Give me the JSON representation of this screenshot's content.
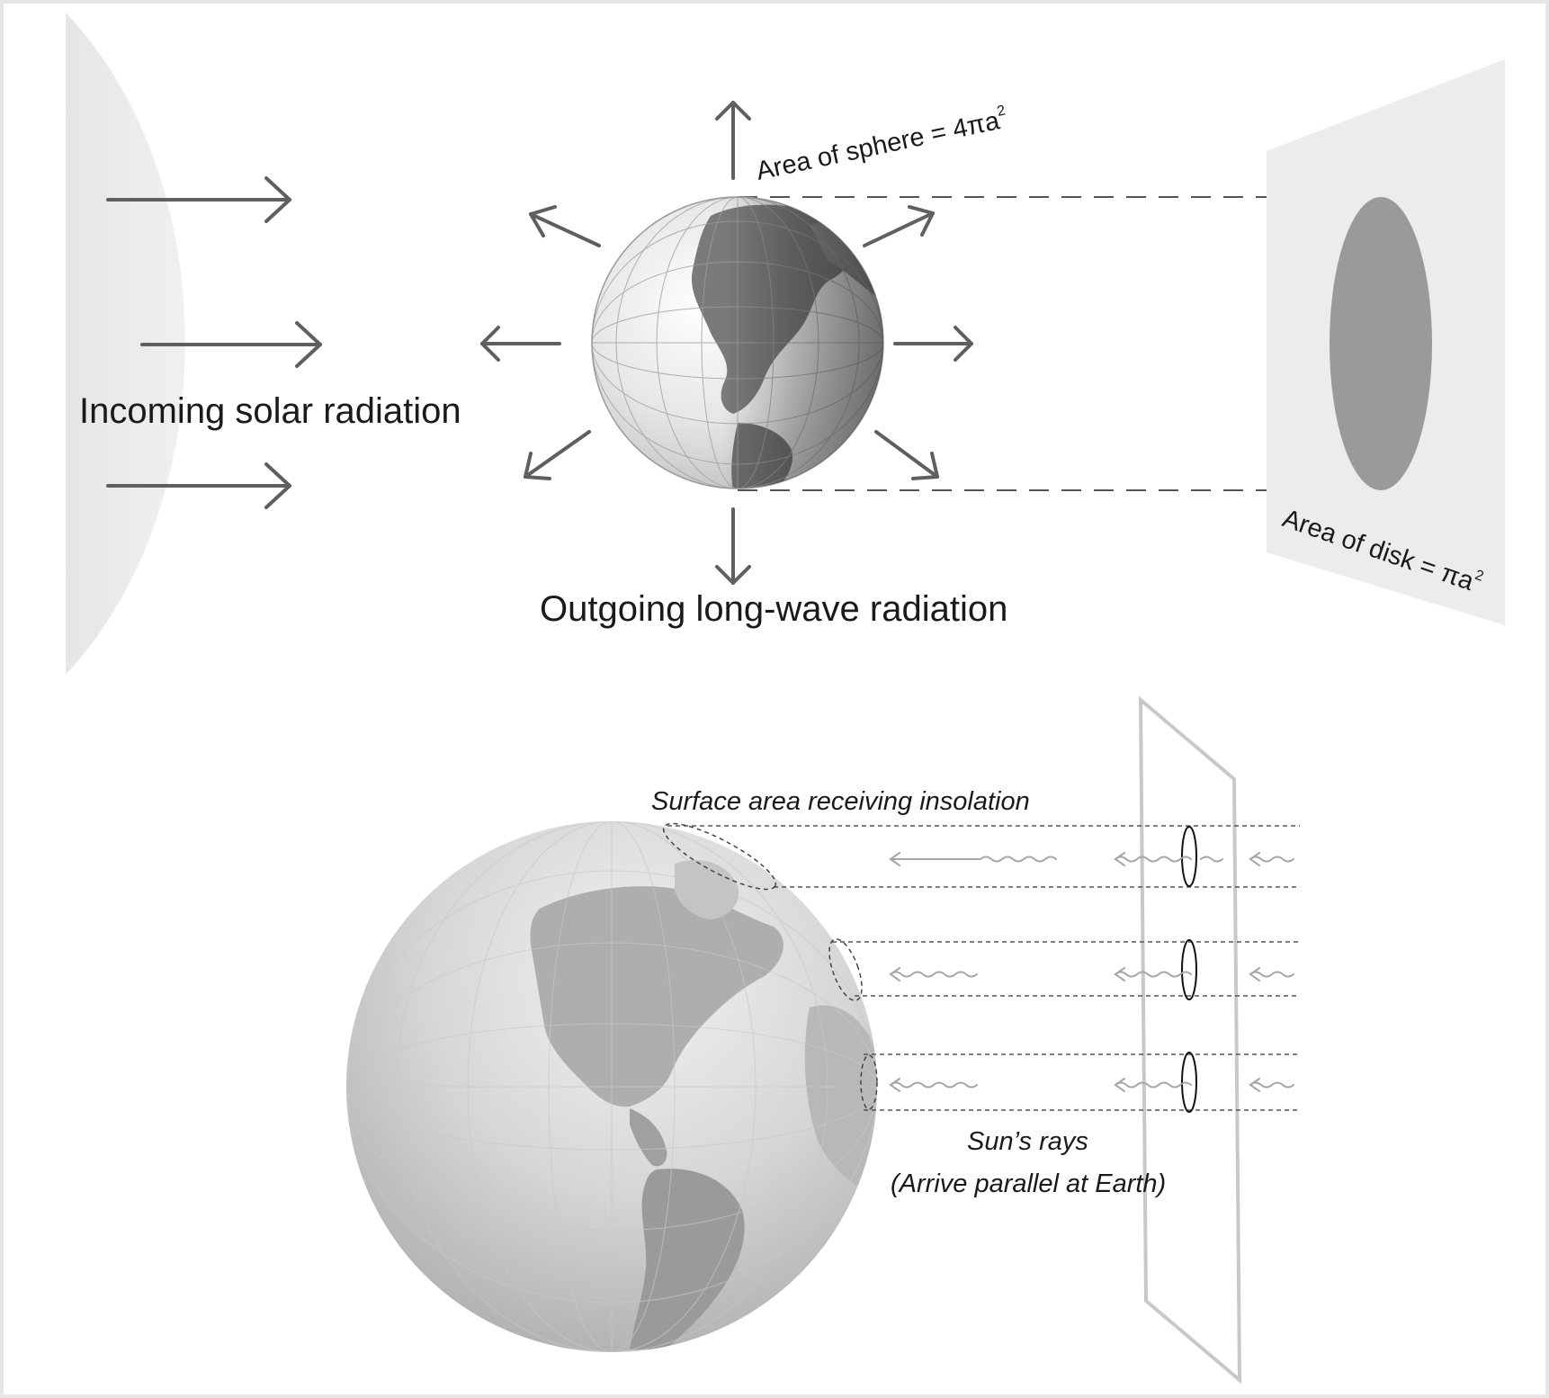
{
  "top_panel": {
    "incoming_label": "Incoming solar radiation",
    "outgoing_label": "Outgoing long-wave radiation",
    "sphere_area_label": "Area of sphere = 4πa",
    "sphere_area_exponent": "2",
    "disk_area_label": "Area of disk = πa",
    "disk_area_exponent": "2"
  },
  "bottom_panel": {
    "surface_label": "Surface area receiving insolation",
    "rays_label_line1": "Sun’s rays",
    "rays_label_line2": "(Arrive parallel at Earth)"
  },
  "colors": {
    "arrow": "#5f5f5f",
    "sun_region": "#ececec",
    "disk_shadow": "#9a9a9a",
    "screen_plane": "#c8c8c8",
    "dashed_line": "#555555",
    "globe_light": "#e4e4e4",
    "globe_dark": "#8c8c8c"
  }
}
